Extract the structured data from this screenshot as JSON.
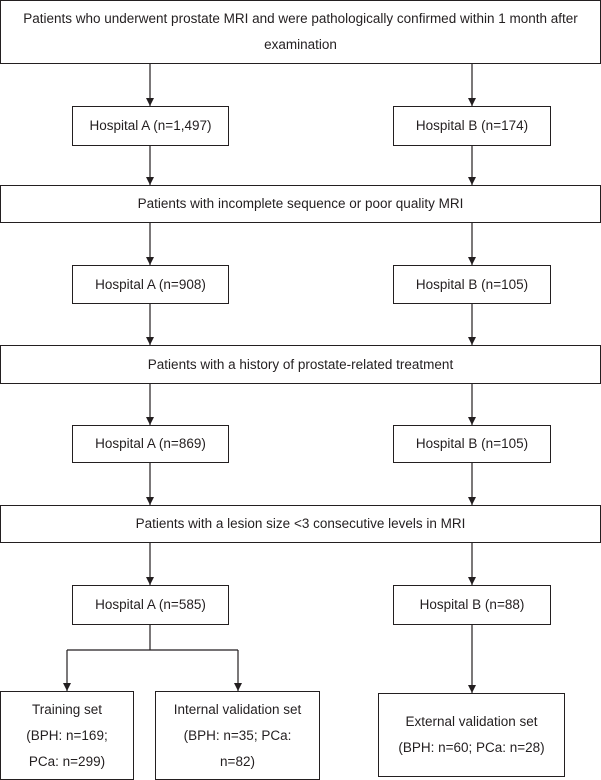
{
  "steps": {
    "top": "Patients who underwent prostate MRI and were pathologically confirmed within 1 month after examination",
    "ex1": "Patients with incomplete sequence or poor quality MRI",
    "ex2": "Patients with a history of prostate-related treatment",
    "ex3": "Patients with a lesion size <3 consecutive levels in MRI"
  },
  "hospital_a": {
    "h1": "Hospital A (n=1,497)",
    "h2": "Hospital A (n=908)",
    "h3": "Hospital A (n=869)",
    "h4": "Hospital A (n=585)"
  },
  "hospital_b": {
    "h1": "Hospital B (n=174)",
    "h2": "Hospital B (n=105)",
    "h3": "Hospital B (n=105)",
    "h4": "Hospital B (n=88)"
  },
  "sets": {
    "training": "Training set (BPH: n=169; PCa: n=299)",
    "internal": "Internal validation set (BPH: n=35; PCa: n=82)",
    "external": "External validation set (BPH: n=60; PCa: n=28)"
  }
}
